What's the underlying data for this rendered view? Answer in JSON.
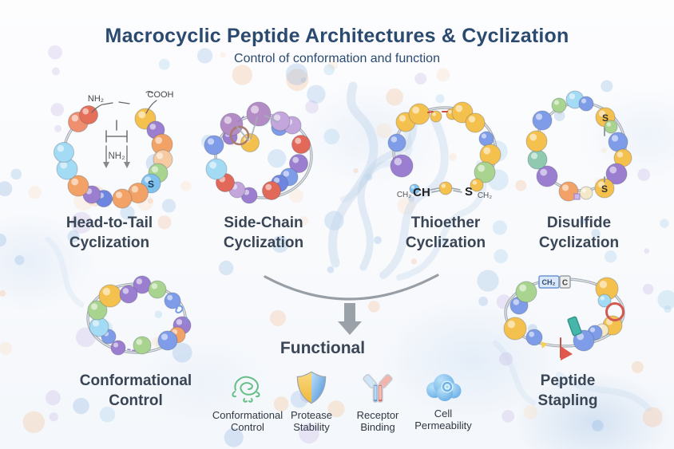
{
  "title": "Macrocyclic Peptide Architectures & Cyclization",
  "subtitle": "Control of conformation and function",
  "colors": {
    "title_text": "#2B4A70",
    "label_text": "#3A4656",
    "caption_text": "#2F3842",
    "flow_arrow": "#9AA1A9",
    "ring_tube": "#9AA3AB",
    "staple_red": "#E0584C",
    "icon_green": "#57B87B",
    "shield_gold": "#F4C34C",
    "shield_blue": "#4A90D9",
    "antibody_blue": "#5B8FD4",
    "antibody_red": "#D0564C",
    "cloud_blue": "#5EA8E4"
  },
  "palette": {
    "gold": "#F5C14E",
    "orange": "#F2A266",
    "peach": "#F6CBA4",
    "salmon": "#EF8F70",
    "redOrange": "#E4705A",
    "red": "#E2685A",
    "green": "#A9D48F",
    "teal": "#8FC9B0",
    "cyan": "#A3DAF4",
    "sky": "#7FC2EE",
    "blue": "#7E9CE8",
    "indigo": "#6F86E0",
    "purple": "#9B7ED0",
    "lavender": "#C2A6DC",
    "mauve": "#B38CC6",
    "cream": "#F3E9C8"
  },
  "panels": [
    {
      "id": "head-to-tail",
      "label1": "Head-to-Tail",
      "label2": "Cyclization",
      "ann": [
        "NH₂",
        "COOH",
        "NH₂",
        "S"
      ]
    },
    {
      "id": "side-chain",
      "label1": "Side-Chain",
      "label2": "Cyclization",
      "ann": []
    },
    {
      "id": "thioether",
      "label1": "Thioether",
      "label2": "Cyclization",
      "ann": [
        "CH₂",
        "CH",
        "S",
        "CH₂"
      ]
    },
    {
      "id": "disulfide",
      "label1": "Disulfide",
      "label2": "Cyclization",
      "ann": [
        "S",
        "S"
      ]
    },
    {
      "id": "conformational-control",
      "label1": "Conformational",
      "label2": "Control",
      "ann": []
    },
    {
      "id": "peptide-stapling",
      "label1": "Peptide",
      "label2": "Stapling",
      "ann": [
        "CH₂",
        "C"
      ]
    }
  ],
  "functional": {
    "heading": "Functional",
    "items": [
      {
        "id": "conformational-control",
        "label1": "Conformational",
        "label2": "Control"
      },
      {
        "id": "protease-stability",
        "label1": "Protease",
        "label2": "Stability"
      },
      {
        "id": "receptor-binding",
        "label1": "Receptor",
        "label2": "Binding"
      },
      {
        "id": "cell-permeability",
        "label1": "Cell",
        "label2": "Permeability"
      }
    ]
  }
}
